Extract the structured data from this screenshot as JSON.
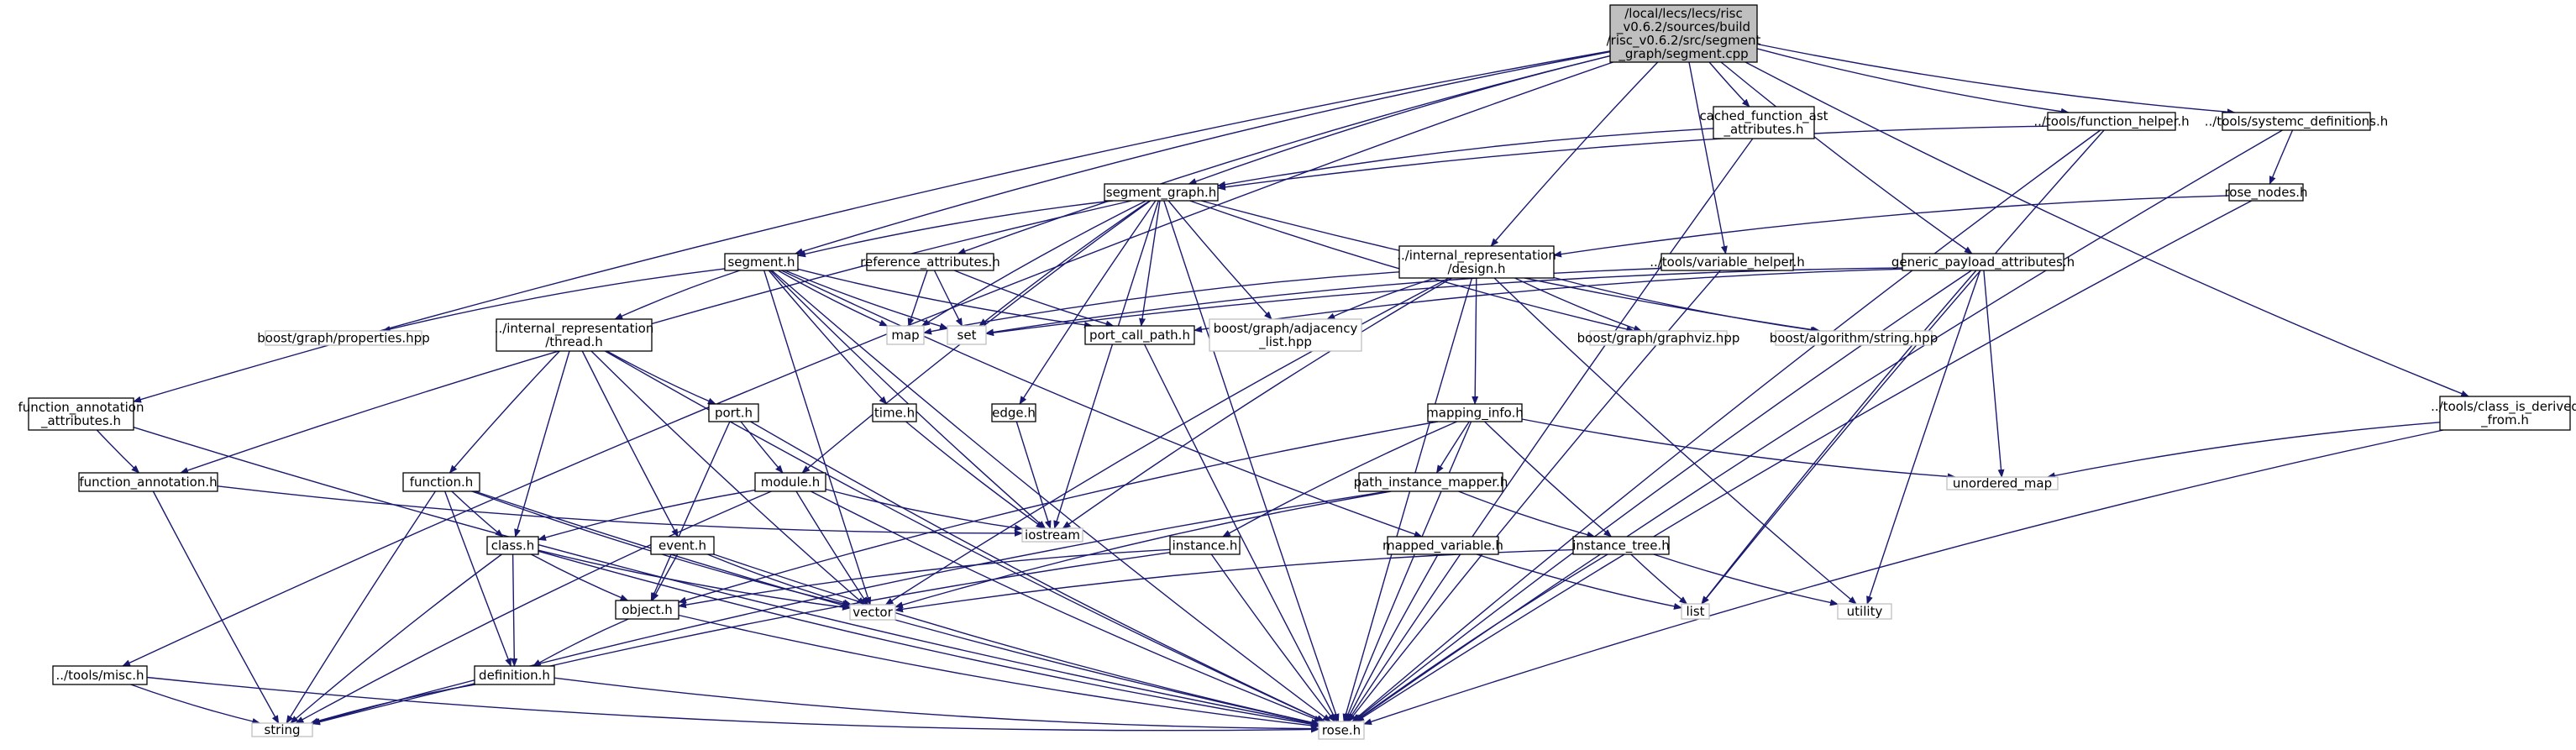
{
  "diagram": {
    "title": "",
    "edge_color": "#191970",
    "root_fill": "#bfbfbf",
    "project_border": "#000000",
    "system_border": "#bfbfbf",
    "nodes": [
      {
        "id": "root",
        "lines": [
          "/local/lecs/lecs/risc",
          "_v0.6.2/sources/build",
          "/risc_v0.6.2/src/segment",
          "_graph/segment.cpp"
        ],
        "kind": "root"
      },
      {
        "id": "seggraph",
        "lines": [
          "segment_graph.h"
        ],
        "kind": "project"
      },
      {
        "id": "cfa",
        "lines": [
          "cached_function_ast",
          "_attributes.h"
        ],
        "kind": "project"
      },
      {
        "id": "fhelper",
        "lines": [
          "../tools/function_helper.h"
        ],
        "kind": "project"
      },
      {
        "id": "sysdef",
        "lines": [
          "../tools/systemc_definitions.h"
        ],
        "kind": "project"
      },
      {
        "id": "rosenodes",
        "lines": [
          "rose_nodes.h"
        ],
        "kind": "project"
      },
      {
        "id": "segment",
        "lines": [
          "segment.h"
        ],
        "kind": "project"
      },
      {
        "id": "refattr",
        "lines": [
          "reference_attributes.h"
        ],
        "kind": "project"
      },
      {
        "id": "design",
        "lines": [
          "../internal_representation",
          "/design.h"
        ],
        "kind": "project"
      },
      {
        "id": "varhelper",
        "lines": [
          "../tools/variable_helper.h"
        ],
        "kind": "project"
      },
      {
        "id": "gpa",
        "lines": [
          "generic_payload_attributes.h"
        ],
        "kind": "project"
      },
      {
        "id": "map",
        "lines": [
          "map"
        ],
        "kind": "system"
      },
      {
        "id": "set",
        "lines": [
          "set"
        ],
        "kind": "system"
      },
      {
        "id": "pcp",
        "lines": [
          "port_call_path.h"
        ],
        "kind": "project"
      },
      {
        "id": "adj",
        "lines": [
          "boost/graph/adjacency",
          "_list.hpp"
        ],
        "kind": "system"
      },
      {
        "id": "props",
        "lines": [
          "boost/graph/properties.hpp"
        ],
        "kind": "system"
      },
      {
        "id": "thread",
        "lines": [
          "../internal_representation",
          "/thread.h"
        ],
        "kind": "project"
      },
      {
        "id": "gviz",
        "lines": [
          "boost/graph/graphviz.hpp"
        ],
        "kind": "system"
      },
      {
        "id": "algstr",
        "lines": [
          "boost/algorithm/string.hpp"
        ],
        "kind": "system"
      },
      {
        "id": "faa",
        "lines": [
          "function_annotation",
          "_attributes.h"
        ],
        "kind": "project"
      },
      {
        "id": "port",
        "lines": [
          "port.h"
        ],
        "kind": "project"
      },
      {
        "id": "time",
        "lines": [
          "time.h"
        ],
        "kind": "project"
      },
      {
        "id": "edge",
        "lines": [
          "edge.h"
        ],
        "kind": "project"
      },
      {
        "id": "mapinfo",
        "lines": [
          "mapping_info.h"
        ],
        "kind": "project"
      },
      {
        "id": "clsder",
        "lines": [
          "../tools/class_is_derived",
          "_from.h"
        ],
        "kind": "project"
      },
      {
        "id": "fa",
        "lines": [
          "function_annotation.h"
        ],
        "kind": "project"
      },
      {
        "id": "function",
        "lines": [
          "function.h"
        ],
        "kind": "project"
      },
      {
        "id": "module",
        "lines": [
          "module.h"
        ],
        "kind": "project"
      },
      {
        "id": "pim",
        "lines": [
          "path_instance_mapper.h"
        ],
        "kind": "project"
      },
      {
        "id": "umap",
        "lines": [
          "unordered_map"
        ],
        "kind": "system"
      },
      {
        "id": "iostream",
        "lines": [
          "iostream"
        ],
        "kind": "system"
      },
      {
        "id": "class",
        "lines": [
          "class.h"
        ],
        "kind": "project"
      },
      {
        "id": "event",
        "lines": [
          "event.h"
        ],
        "kind": "project"
      },
      {
        "id": "instance",
        "lines": [
          "instance.h"
        ],
        "kind": "project"
      },
      {
        "id": "mapvar",
        "lines": [
          "mapped_variable.h"
        ],
        "kind": "project"
      },
      {
        "id": "itree",
        "lines": [
          "instance_tree.h"
        ],
        "kind": "project"
      },
      {
        "id": "vector",
        "lines": [
          "vector"
        ],
        "kind": "system"
      },
      {
        "id": "object",
        "lines": [
          "object.h"
        ],
        "kind": "project"
      },
      {
        "id": "list",
        "lines": [
          "list"
        ],
        "kind": "system"
      },
      {
        "id": "utility",
        "lines": [
          "utility"
        ],
        "kind": "system"
      },
      {
        "id": "misc",
        "lines": [
          "../tools/misc.h"
        ],
        "kind": "project"
      },
      {
        "id": "definition",
        "lines": [
          "definition.h"
        ],
        "kind": "project"
      },
      {
        "id": "string",
        "lines": [
          "string"
        ],
        "kind": "system"
      },
      {
        "id": "rose",
        "lines": [
          "rose.h"
        ],
        "kind": "system"
      }
    ]
  }
}
